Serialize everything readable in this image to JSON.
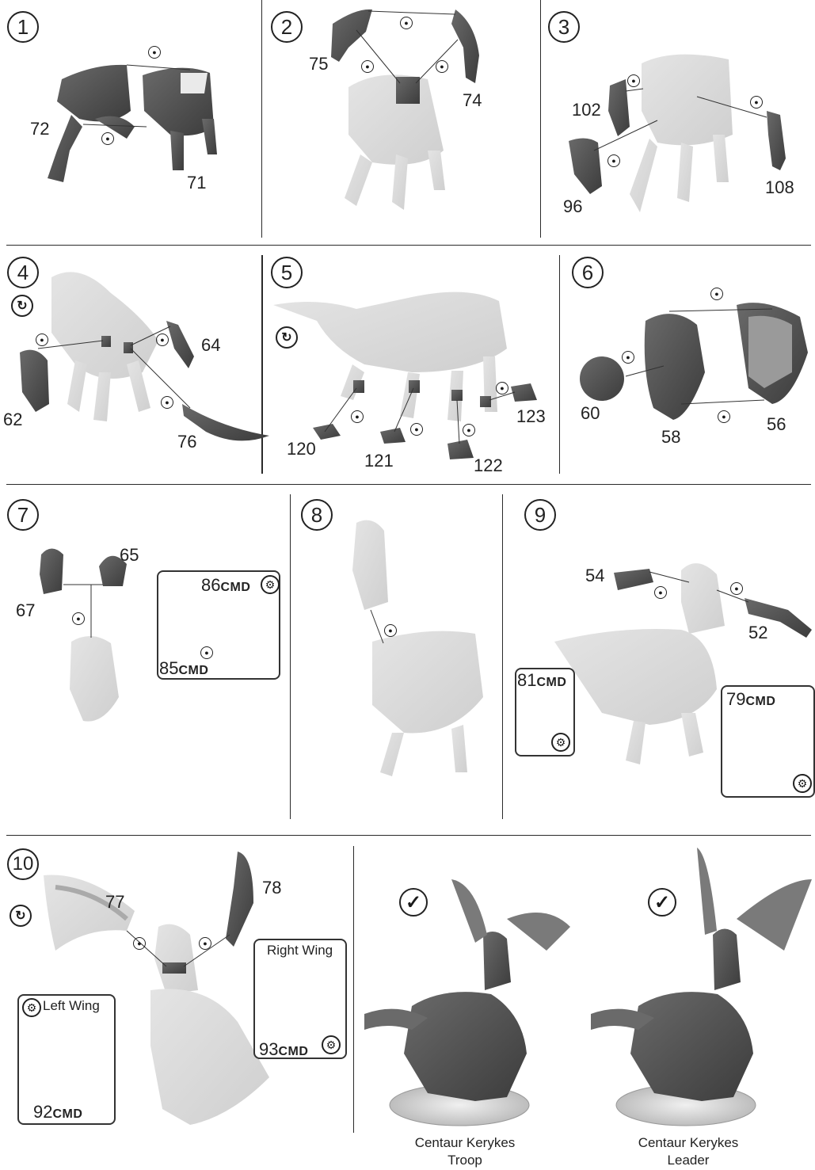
{
  "steps": [
    "1",
    "2",
    "3",
    "4",
    "5",
    "6",
    "7",
    "8",
    "9",
    "10"
  ],
  "parts": {
    "p72": "72",
    "p71": "71",
    "p75": "75",
    "p74": "74",
    "p102": "102",
    "p96": "96",
    "p108": "108",
    "p64": "64",
    "p62": "62",
    "p76": "76",
    "p120": "120",
    "p121": "121",
    "p122": "122",
    "p123": "123",
    "p60": "60",
    "p58": "58",
    "p56": "56",
    "p65": "65",
    "p67": "67",
    "p54": "54",
    "p52": "52",
    "p77": "77",
    "p78": "78"
  },
  "cmd_parts": {
    "p86": {
      "num": "86",
      "suffix": "CMD"
    },
    "p85": {
      "num": "85",
      "suffix": "CMD"
    },
    "p81": {
      "num": "81",
      "suffix": "CMD"
    },
    "p79": {
      "num": "79",
      "suffix": "CMD"
    },
    "p92": {
      "num": "92",
      "suffix": "CMD"
    },
    "p93": {
      "num": "93",
      "suffix": "CMD"
    }
  },
  "labels": {
    "left_wing": "Left Wing",
    "right_wing": "Right Wing"
  },
  "results": {
    "troop": {
      "line1": "Centaur Kerykes",
      "line2": "Troop"
    },
    "leader": {
      "line1": "Centaur Kerykes",
      "line2": "Leader"
    }
  },
  "icons": {
    "rotate": "rotate-icon",
    "glue": "glue-drop-icon",
    "command": "command-icon",
    "check": "check-icon"
  },
  "colors": {
    "part_dark": "#4a4a4a",
    "part_ghost": "#d6d6d6",
    "ink": "#222222"
  }
}
